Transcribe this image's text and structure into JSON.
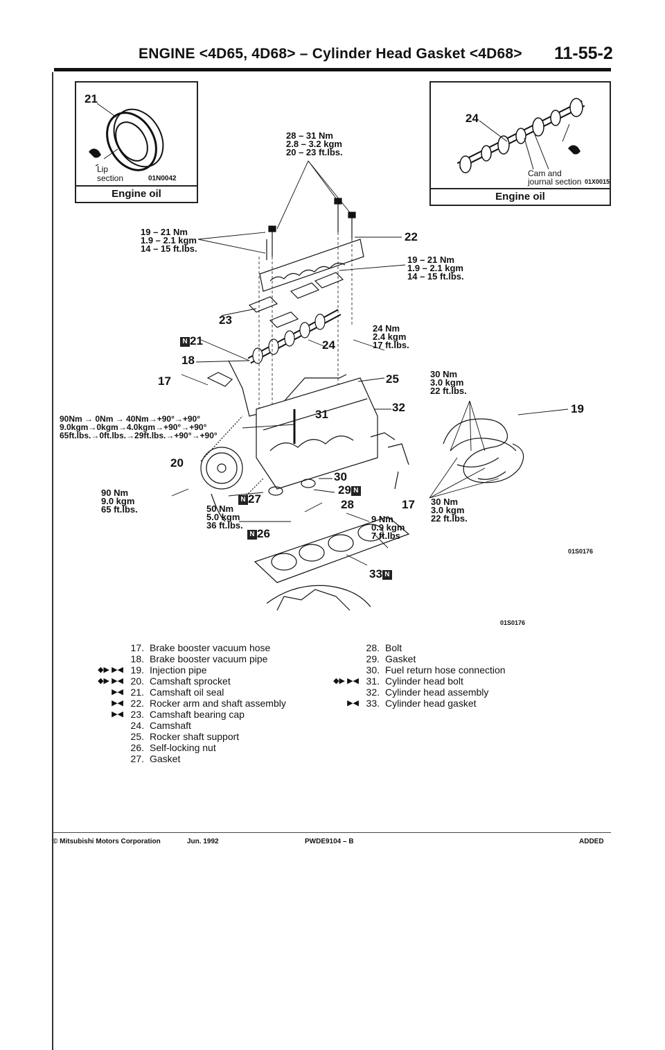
{
  "header": {
    "title": "ENGINE <4D65, 4D68> – Cylinder Head Gasket <4D68>",
    "page": "11-55-2"
  },
  "inset_left": {
    "part": "21",
    "note1": "Lip",
    "note2": "section",
    "code": "01N0042",
    "caption": "Engine oil"
  },
  "inset_right": {
    "part": "24",
    "note1": "Cam and",
    "note2": "journal section",
    "code": "01X0015",
    "caption": "Engine oil"
  },
  "torques": {
    "t1": [
      "28 – 31 Nm",
      "2.8 – 3.2 kgm",
      "20 – 23 ft.lbs."
    ],
    "t2": [
      "19 – 21 Nm",
      "1.9 – 2.1 kgm",
      "14 – 15 ft.lbs."
    ],
    "t3": [
      "19 – 21 Nm",
      "1.9 – 2.1 kgm",
      "14 – 15 ft.lbs."
    ],
    "t4": [
      "24 Nm",
      "2.4 kgm",
      "17 ft.lbs."
    ],
    "t5": [
      "30 Nm",
      "3.0 kgm",
      "22 ft.lbs."
    ],
    "t6": [
      "90Nm → 0Nm → 40Nm→+90°→+90°",
      "9.0kgm→0kgm→4.0kgm→+90°→+90°",
      "65ft.lbs.→0ft.lbs.→29ft.lbs.→+90°→+90°"
    ],
    "t7": [
      "90 Nm",
      "9.0 kgm",
      "65 ft.lbs."
    ],
    "t8": [
      "50 Nm",
      "5.0 kgm",
      "36 ft.lbs."
    ],
    "t9": [
      "9 Nm",
      "0.9 kgm",
      "7 ft.lbs"
    ],
    "t10": [
      "30 Nm",
      "3.0 kgm",
      "22 ft.lbs."
    ]
  },
  "callouts": {
    "c22": "22",
    "c23": "23",
    "c21": "21",
    "c24": "24",
    "c18": "18",
    "c17": "17",
    "c25": "25",
    "c32": "32",
    "c31": "31",
    "c19": "19",
    "c20": "20",
    "c30": "30",
    "c29": "29",
    "c27": "27",
    "c28": "28",
    "c17b": "17",
    "c26": "26",
    "c33": "33",
    "n": "N"
  },
  "codes": {
    "code1": "01S0176",
    "code2": "01S0176"
  },
  "legend_left": [
    {
      "mark": "",
      "no": "17.",
      "text": "Brake booster vacuum hose"
    },
    {
      "mark": "",
      "no": "18.",
      "text": "Brake booster vacuum pipe"
    },
    {
      "mark": "◆▶ ▶◀",
      "no": "19.",
      "text": "Injection pipe"
    },
    {
      "mark": "◆▶ ▶◀",
      "no": "20.",
      "text": "Camshaft sprocket"
    },
    {
      "mark": "▶◀",
      "no": "21.",
      "text": "Camshaft oil seal"
    },
    {
      "mark": "▶◀",
      "no": "22.",
      "text": "Rocker arm and shaft assembly"
    },
    {
      "mark": "▶◀",
      "no": "23.",
      "text": "Camshaft bearing cap"
    },
    {
      "mark": "",
      "no": "24.",
      "text": "Camshaft"
    },
    {
      "mark": "",
      "no": "25.",
      "text": "Rocker shaft support"
    },
    {
      "mark": "",
      "no": "26.",
      "text": "Self-locking nut"
    },
    {
      "mark": "",
      "no": "27.",
      "text": "Gasket"
    }
  ],
  "legend_right": [
    {
      "mark": "",
      "no": "28.",
      "text": "Bolt"
    },
    {
      "mark": "",
      "no": "29.",
      "text": "Gasket"
    },
    {
      "mark": "",
      "no": "30.",
      "text": "Fuel return hose connection"
    },
    {
      "mark": "◆▶ ▶◀",
      "no": "31.",
      "text": "Cylinder head bolt"
    },
    {
      "mark": "",
      "no": "32.",
      "text": "Cylinder head assembly"
    },
    {
      "mark": "▶◀",
      "no": "33.",
      "text": "Cylinder head gasket"
    }
  ],
  "footer": {
    "copyright": "© Mitsubishi Motors Corporation",
    "date": "Jun. 1992",
    "doc": "PWDE9104 – B",
    "status": "ADDED"
  }
}
